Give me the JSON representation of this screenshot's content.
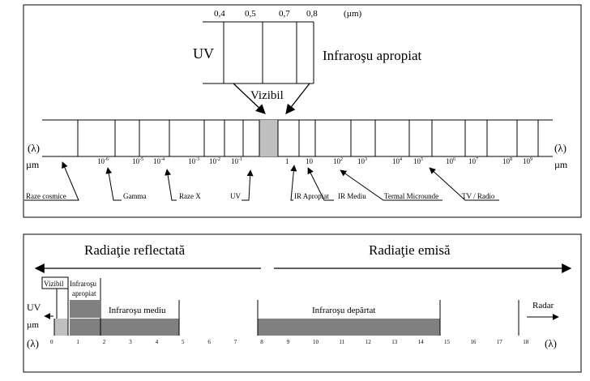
{
  "top_panel": {
    "zoom_ticks": [
      "0,4",
      "0,5",
      "0,7",
      "0,8"
    ],
    "zoom_unit": "(µm)",
    "uv_label": "UV",
    "nir_label": "Infraroşu apropiat",
    "visible_label": "Vizibil",
    "lambda_left": "(λ)",
    "lambda_right": "(λ)",
    "unit_left": "µm",
    "unit_right": "µm",
    "scale_labels": [
      {
        "base": "10",
        "exp": "-6"
      },
      {
        "base": "10",
        "exp": "-5"
      },
      {
        "base": "10",
        "exp": "-4"
      },
      {
        "base": "10",
        "exp": "-3"
      },
      {
        "base": "10",
        "exp": "-2"
      },
      {
        "base": "10",
        "exp": "-1"
      },
      {
        "base": "1",
        "exp": ""
      },
      {
        "base": "10",
        "exp": ""
      },
      {
        "base": "10",
        "exp": "2"
      },
      {
        "base": "10",
        "exp": "3"
      },
      {
        "base": "10",
        "exp": "4"
      },
      {
        "base": "10",
        "exp": "5"
      },
      {
        "base": "10",
        "exp": "6"
      },
      {
        "base": "10",
        "exp": "7"
      },
      {
        "base": "10",
        "exp": "8"
      },
      {
        "base": "10",
        "exp": "9"
      }
    ],
    "region_labels": [
      "Raze cosmice",
      "Gamma",
      "Raze X",
      "UV",
      "IR Apropiat",
      "IR Mediu",
      "Termal Microunde",
      "TV / Radio"
    ]
  },
  "bottom_panel": {
    "reflected_label": "Radiaţie reflectată",
    "emitted_label": "Radiaţie emisă",
    "visible_box_label": "Vizibil",
    "nir_box_label_1": "Infraroşu",
    "nir_box_label_2": "apropiat",
    "mir_label": "Infraroşu mediu",
    "fir_label": "Infraroşu depărtat",
    "uv_label": "UV",
    "uv_unit": "µm",
    "radar_label": "Radar",
    "lambda_left": "(λ)",
    "lambda_right": "(λ)",
    "axis_ticks": [
      "0",
      "1",
      "2",
      "3",
      "4",
      "5",
      "6",
      "7",
      "8",
      "9",
      "10",
      "11",
      "12",
      "13",
      "14",
      "15",
      "16",
      "17",
      "18"
    ]
  },
  "colors": {
    "visible_band": "#c0c0c0",
    "ir_band": "#808080"
  }
}
